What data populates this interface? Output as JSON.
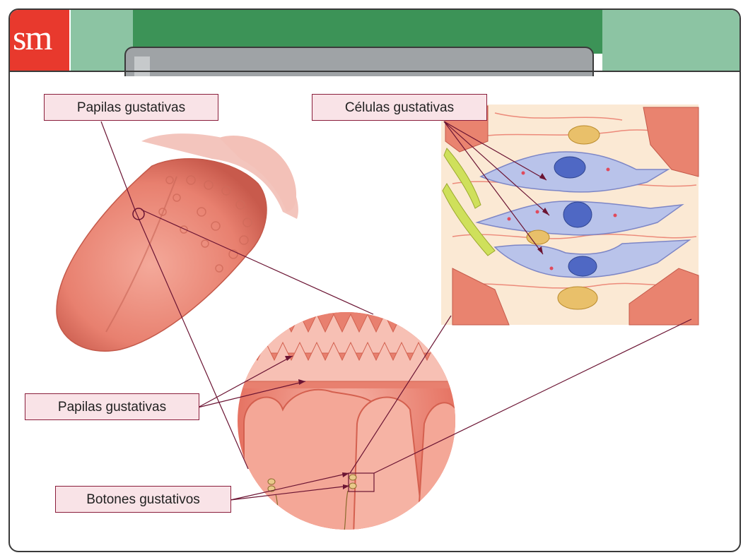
{
  "header": {
    "logo_text": "sm",
    "brand_color": "#e8392d",
    "accent_dark": "#3c9357",
    "accent_light": "#8cc4a3",
    "tab_color": "#9fa3a6"
  },
  "labels": {
    "papilas_top": "Papilas gustativas",
    "celulas": "Células gustativas",
    "papilas_bottom": "Papilas gustativas",
    "botones": "Botones gustativos"
  },
  "colors": {
    "label_fill": "#f9e3e7",
    "label_border": "#8a1e3c",
    "leader_line": "#6b1433",
    "tissue": "#e8806f",
    "cell": "#b9c3ea"
  },
  "illustrations": [
    "tongue",
    "papillae-cross-section",
    "taste-cells-micrograph"
  ]
}
